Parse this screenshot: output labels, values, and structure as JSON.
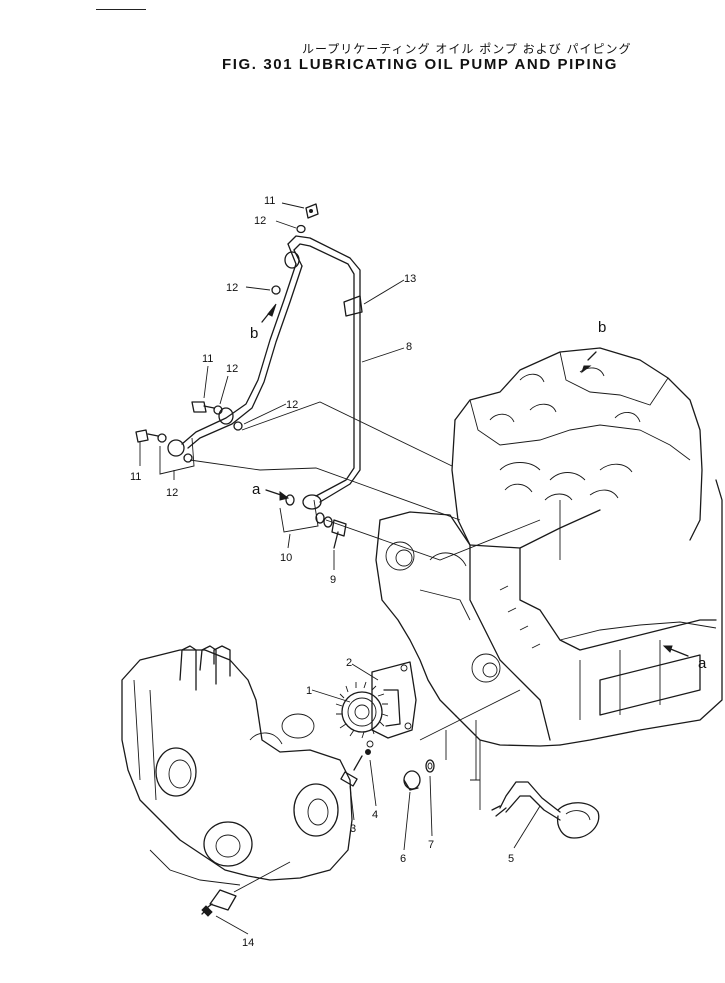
{
  "header": {
    "title_jp": "ループリケーティング オイル ポンプ および パイピング",
    "title_en": "FIG. 301   LUBRICATING  OIL  PUMP  AND  PIPING"
  },
  "callouts": {
    "c11a": "11",
    "c12a": "12",
    "c12b": "12",
    "c11b": "11",
    "c12c": "12",
    "c12d": "12",
    "c11c": "11",
    "c12e": "12",
    "c13": "13",
    "c8": "8",
    "c10": "10",
    "c9": "9",
    "c1": "1",
    "c2": "2",
    "c3": "3",
    "c4": "4",
    "c6": "6",
    "c7": "7",
    "c5": "5",
    "c14": "14"
  },
  "reference_letters": {
    "b_left": "b",
    "b_right": "b",
    "a_left": "a",
    "a_right": "a"
  }
}
